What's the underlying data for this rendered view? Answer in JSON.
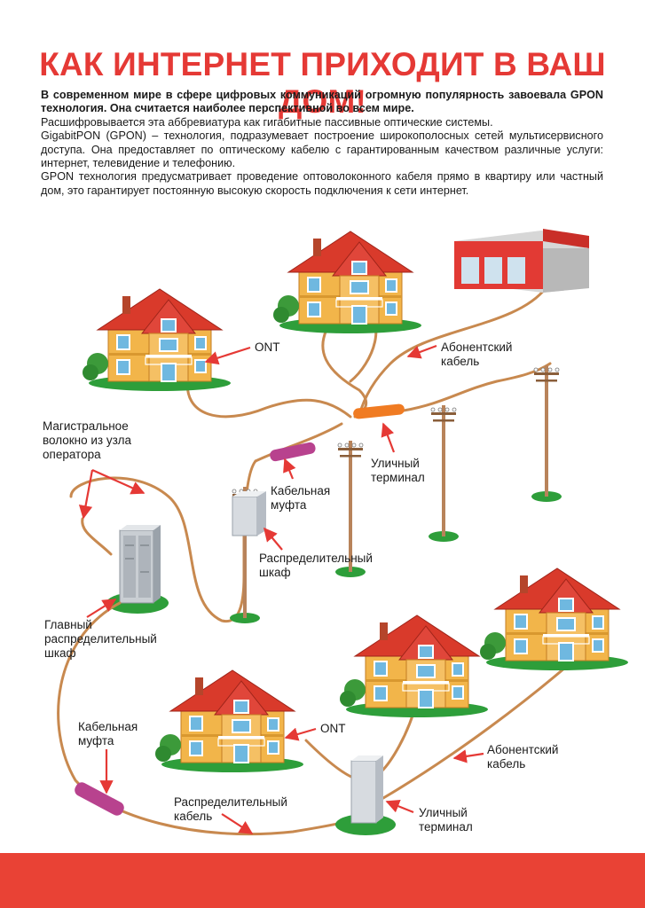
{
  "title": "КАК ИНТЕРНЕТ ПРИХОДИТ В ВАШ ДОМ!",
  "intro": {
    "bold_text": "В современном мире в сфере цифровых коммуникаций огромную популярность завоевала GPON технология. Она считается наиболее перспективной во всем мире.",
    "p1": "Расшифровывается эта аббревиатура как гигабитные пассивные оптические системы.",
    "p2": "GigabitPON (GPON) – технология, подразумевает построение широкополосных сетей мультисервисного доступа. Она предоставляет по оптическому кабелю с гарантированным качеством различные услуги: интернет, телевидение и телефонию.",
    "p3": "GPON технология предусматривает проведение оптоволоконного кабеля прямо в квартиру или частный дом, это гарантирует постоянную высокую скорость подключения к сети интернет."
  },
  "labels": {
    "ont_top": "ONT",
    "subscriber_cable_top": "Абонентский\nкабель",
    "trunk_fiber": "Магистральное\nволокно из узла\nоператора",
    "street_terminal_top": "Уличный\nтерминал",
    "cable_coupling_top": "Кабельная\nмуфта",
    "distribution_cabinet": "Распределительный\nшкаф",
    "main_cabinet": "Главный\nраспределительный\nшкаф",
    "cable_coupling_bottom": "Кабельная\nмуфта",
    "ont_bottom": "ONT",
    "subscriber_cable_bottom": "Абонентский\nкабель",
    "distribution_cable": "Распределительный\nкабель",
    "street_terminal_bottom": "Уличный\nтерминал"
  },
  "colors": {
    "title": "#e53935",
    "cable": "#c8894f",
    "arrow": "#e53935",
    "roof": "#d93a2b",
    "wall": "#f2b54a",
    "grass": "#2e9e3a",
    "pole": "#b8835a",
    "coupling": "#b8428e",
    "terminal_orange": "#f07b22",
    "cabinet": "#c9ced3",
    "store": "#e23a34",
    "footer": "#e94235"
  }
}
